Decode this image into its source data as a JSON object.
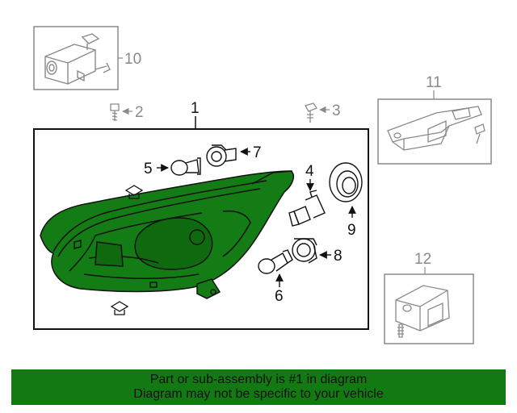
{
  "callouts": {
    "c1": "1",
    "c2": "2",
    "c3": "3",
    "c4": "4",
    "c5": "5",
    "c6": "6",
    "c7": "7",
    "c8": "8",
    "c9": "9",
    "c10": "10",
    "c11": "11",
    "c12": "12"
  },
  "footer": {
    "line1": "Part or sub-assembly is #1 in diagram",
    "line2": "Diagram may not be specific to your vehicle",
    "background_color": "#137a13"
  },
  "colors": {
    "highlight": "#147c14",
    "stroke": "#111111",
    "muted": "#8a8a8a"
  }
}
